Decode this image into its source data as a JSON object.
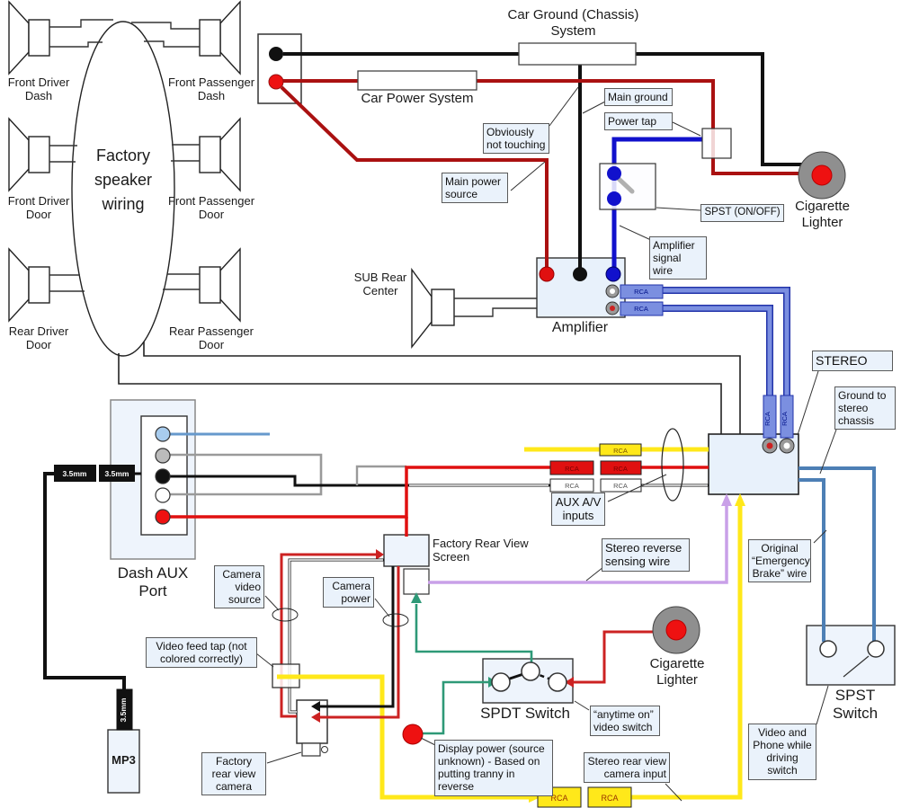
{
  "colors": {
    "wire_black": "#111111",
    "wire_power_red": "#aa1111",
    "wire_red": "#e01010",
    "wire_signal_blue": "#1111cc",
    "wire_steel_blue": "#4d7fb5",
    "wire_gray": "#9a9a9a",
    "wire_yellow": "#ffe81a",
    "wire_purple": "#c9a0e8",
    "wire_green": "#2e9977",
    "rca_cable_blue": "#7b8fe0",
    "rca_cable_edge": "#2233aa",
    "callout_bg": "#eaf2fb",
    "component_bg": "#e8f1fb",
    "lighter_gray": "#8f8f8f",
    "dot_red": "#ee1111",
    "dot_light_blue": "#a8ccee",
    "dot_gray": "#bbbbbb"
  },
  "speakers": {
    "front_driver_dash": "Front Driver Dash",
    "front_passenger_dash": "Front Passenger Dash",
    "front_driver_door": "Front Driver Door",
    "front_passenger_door": "Front Passenger Door",
    "rear_driver_door": "Rear Driver Door",
    "rear_passenger_door": "Rear Passenger Door",
    "cloud": "Factory speaker wiring",
    "sub": "SUB Rear Center"
  },
  "power": {
    "ground_title": "Car Ground (Chassis) System",
    "power_title": "Car Power System",
    "obviously_not_touching": "Obviously not touching",
    "main_ground": "Main ground",
    "power_tap": "Power tap",
    "spst_on_off": "SPST (ON/OFF)",
    "main_power_source": "Main power source",
    "cigarette_lighter": "Cigarette Lighter"
  },
  "amplifier": {
    "label": "Amplifier",
    "signal_wire": "Amplifier signal wire"
  },
  "stereo": {
    "label": "STEREO",
    "ground_note": "Ground to stereo chassis",
    "reverse_wire": "Stereo reverse sensing wire",
    "camera_input": "Stereo rear view camera input",
    "emergency_brake": "Original “Emergency Brake” wire"
  },
  "aux": {
    "port_label": "Dash AUX Port",
    "inputs_label": "AUX A/V inputs",
    "jack": "3.5mm",
    "player": "MP3"
  },
  "camera": {
    "screen": "Factory Rear View Screen",
    "video_source": "Camera video source",
    "power": "Camera power",
    "feed_tap": "Video feed tap (not colored correctly)",
    "camera_label": "Factory rear view camera",
    "display_power": "Display power (source unknown) - Based on putting tranny in reverse",
    "cigarette_lighter": "Cigarette Lighter"
  },
  "switches": {
    "spdt": "SPDT Switch",
    "anytime_on": "“anytime on” video switch",
    "spst": "SPST Switch",
    "video_phone": "Video and Phone while driving switch"
  },
  "connectors": {
    "rca": "RCA"
  }
}
